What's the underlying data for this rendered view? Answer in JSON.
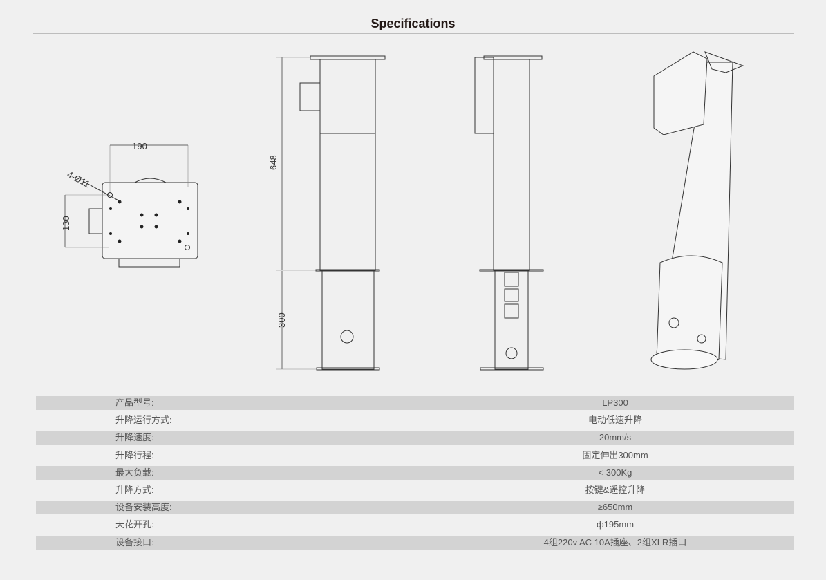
{
  "title": "Specifications",
  "drawing": {
    "width_dim": "190",
    "height_dim": "130",
    "hole_label": "4-Ø11",
    "upper_height": "648",
    "lower_height": "300"
  },
  "specs": [
    {
      "label": "产品型号:",
      "value": "LP300"
    },
    {
      "label": "升降运行方式:",
      "value": "电动低速升降"
    },
    {
      "label": "升降速度:",
      "value": "20mm/s"
    },
    {
      "label": "升降行程:",
      "value": "固定伸出300mm"
    },
    {
      "label": "最大负载:",
      "value": "< 300Kg"
    },
    {
      "label": "升降方式:",
      "value": "按键&遥控升降"
    },
    {
      "label": "设备安装高度:",
      "value": "≥650mm"
    },
    {
      "label": "天花开孔:",
      "value": "ф195mm"
    },
    {
      "label": "设备接口:",
      "value": "4组220v AC 10A插座、2组XLR插口"
    }
  ]
}
